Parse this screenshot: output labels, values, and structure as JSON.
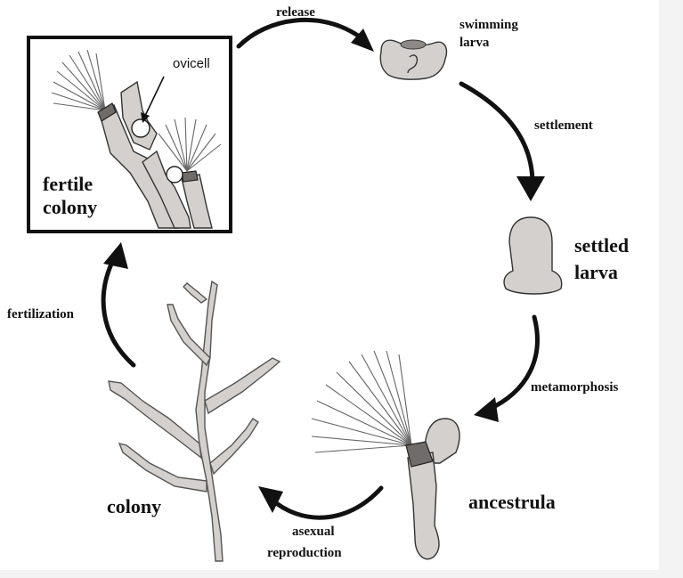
{
  "labels": {
    "release": "release",
    "swimming_larva_1": "swimming",
    "swimming_larva_2": "larva",
    "settlement": "settlement",
    "settled_larva_1": "settled",
    "settled_larva_2": "larva",
    "metamorphosis": "metamorphosis",
    "ancestrula": "ancestrula",
    "asexual_1": "asexual",
    "asexual_2": "reproduction",
    "colony": "colony",
    "fertilization": "fertilization",
    "fertile_colony_1": "fertile",
    "fertile_colony_2": "colony",
    "ovicell": "ovicell"
  },
  "colors": {
    "zooid_fill": "#d3d0cd",
    "operculum": "#6f6c69",
    "arrow": "#111111",
    "panel_gray": "#f3f3f4"
  },
  "icons": [
    "cycle-arrow",
    "swimming-larva",
    "settled-larva",
    "ancestrula-zooid",
    "branching-colony",
    "fertile-colony-zooids"
  ]
}
